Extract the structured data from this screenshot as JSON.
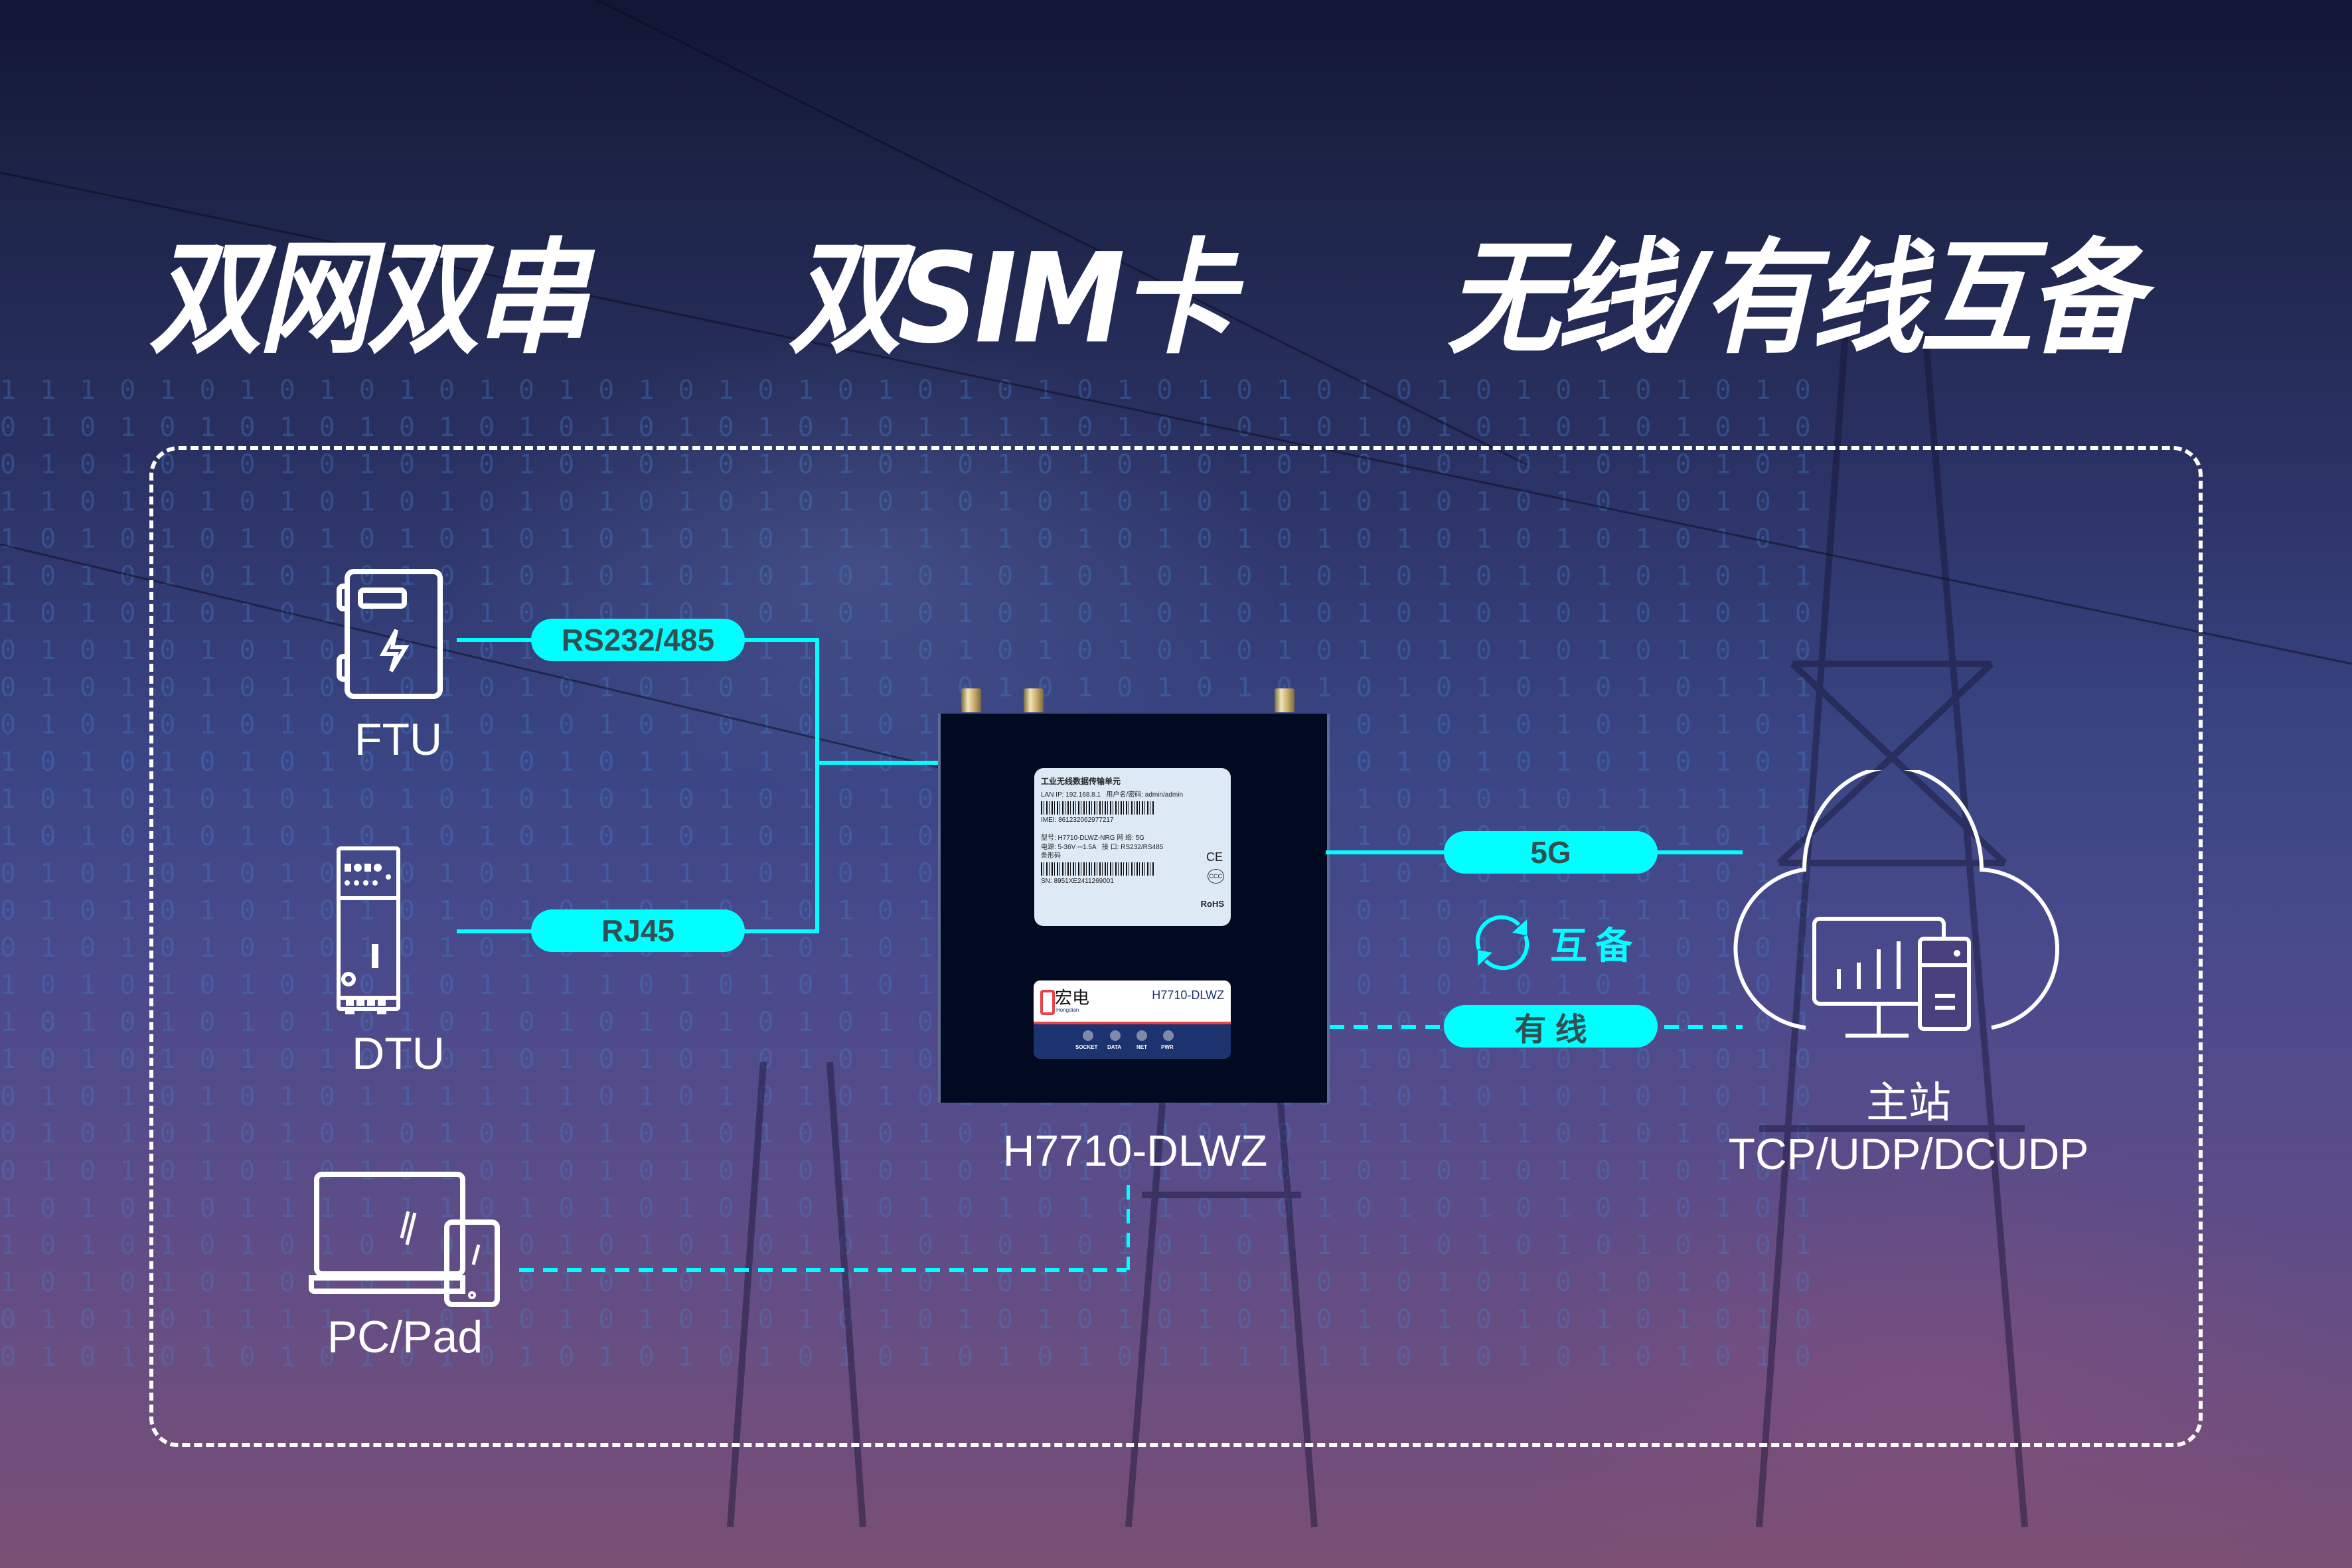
{
  "headline": {
    "items": [
      "双网双串",
      "双SIM卡",
      "无线/有线互备"
    ]
  },
  "devices": {
    "ftu": {
      "label": "FTU",
      "icon": "power-cabinet-icon"
    },
    "dtu": {
      "label": "DTU",
      "icon": "dtu-cabinet-icon"
    },
    "pc_pad": {
      "label": "PC/Pad",
      "icon": "laptop-tablet-icon"
    },
    "router": {
      "label": "H7710-DLWZ"
    },
    "master": {
      "label": "主站",
      "protocols": "TCP/UDP/DCUDP",
      "icon": "cloud-server-icon"
    }
  },
  "links": {
    "rs232": "RS232/485",
    "rj45": "RJ45",
    "fiveg": "5G",
    "wired": "有 线",
    "backup": "互备",
    "backup_icon": "sync-arrows-icon"
  },
  "router_label": {
    "title": "工业无线数据传输单元",
    "lan_ip": "LAN IP: 192.168.8.1",
    "credentials": "用户名/密码: admin/admin",
    "imei": "IMEI: 861232062977217",
    "model": "型号: H7710-DLWZ-NRG",
    "network": "网 络: 5G",
    "power": "电源: 5-36V ⎓1.5A",
    "interface": "接 口: RS232/RS485",
    "barcode_label": "条形码",
    "sn": "SN: 8951XE2411269001",
    "marks": [
      "CE",
      "CCC",
      "RoHS"
    ]
  },
  "router_plate": {
    "brand": "宏电",
    "brand_en": "Hongdian",
    "model": "H7710-DLWZ",
    "leds": [
      "SOCKET",
      "DATA",
      "NET",
      "PWR"
    ]
  },
  "colors": {
    "accent": "#00ffff",
    "pill_text": "#2f5055",
    "frame": "#ffffff",
    "brand_red": "#e8434a",
    "plate_blue": "#1d3370"
  }
}
